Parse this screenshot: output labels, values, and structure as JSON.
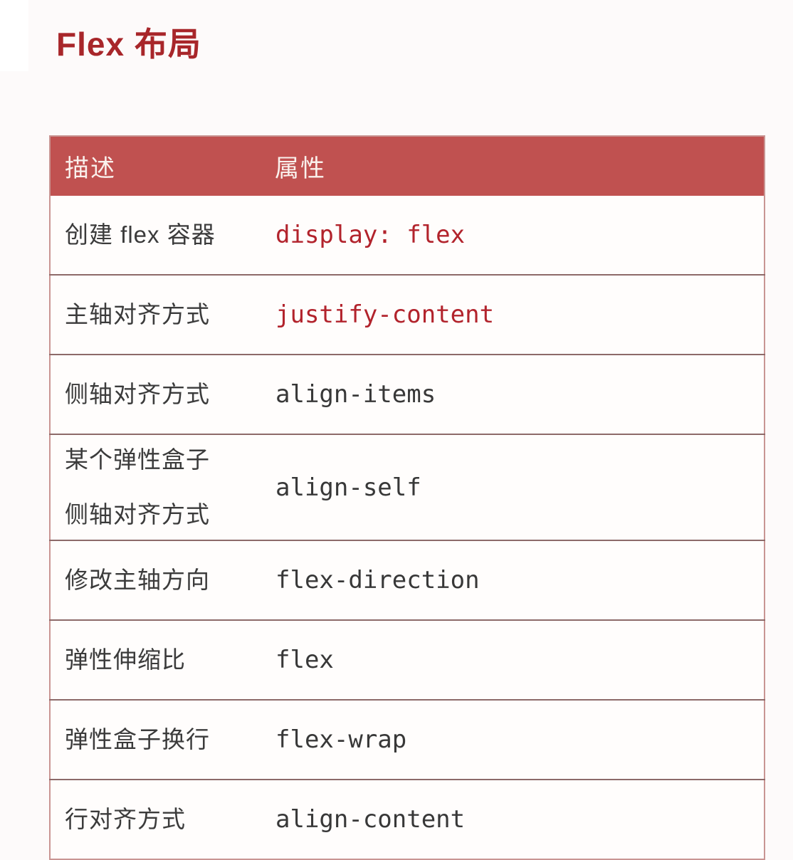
{
  "page": {
    "background": "#fdfafa"
  },
  "title": {
    "text": "Flex 布局",
    "color": "#a8262a"
  },
  "table": {
    "header_bg": "#c05150",
    "header_text_color": "#faf1ed",
    "border_outer_color": "#c99593",
    "border_inner_color": "#8d6a69",
    "desc_text_color": "#3b3b3b",
    "property_normal_color": "#383838",
    "property_highlight_color": "#b2232c",
    "headers": [
      {
        "label": "描述"
      },
      {
        "label": "属性"
      }
    ],
    "rows": [
      {
        "desc_lines": [
          "创建 flex 容器"
        ],
        "property": "display: flex",
        "highlight": true
      },
      {
        "desc_lines": [
          "主轴对齐方式"
        ],
        "property": "justify-content",
        "highlight": true
      },
      {
        "desc_lines": [
          "侧轴对齐方式"
        ],
        "property": "align-items",
        "highlight": false
      },
      {
        "desc_lines": [
          "某个弹性盒子",
          "侧轴对齐方式"
        ],
        "property": "align-self",
        "highlight": false
      },
      {
        "desc_lines": [
          "修改主轴方向"
        ],
        "property": "flex-direction",
        "highlight": false
      },
      {
        "desc_lines": [
          "弹性伸缩比"
        ],
        "property": "flex",
        "highlight": false
      },
      {
        "desc_lines": [
          "弹性盒子换行"
        ],
        "property": "flex-wrap",
        "highlight": false
      },
      {
        "desc_lines": [
          "行对齐方式"
        ],
        "property": "align-content",
        "highlight": false
      }
    ]
  }
}
